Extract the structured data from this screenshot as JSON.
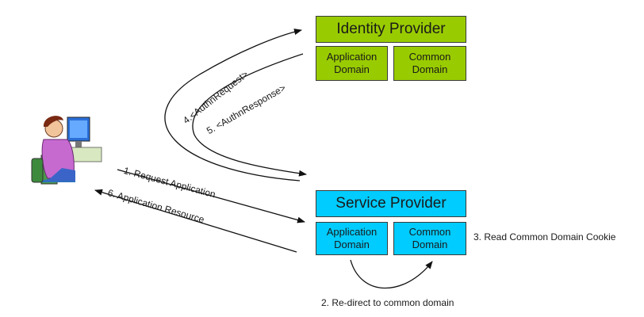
{
  "identity_provider": {
    "title": "Identity Provider",
    "app_domain": "Application\nDomain",
    "common_domain": "Common\nDomain",
    "color": "#99cc00"
  },
  "service_provider": {
    "title": "Service Provider",
    "app_domain": "Application\nDomain",
    "common_domain": "Common\nDomain",
    "color": "#00ccff"
  },
  "steps": {
    "s1": "1. Request Application",
    "s2": "2. Re-direct to common domain",
    "s3": "3. Read Common Domain Cookie",
    "s4": "4.<AuthnRequest>",
    "s5": "5. <AuthnResponse>",
    "s6": "6. Application Resource"
  },
  "user_icon": "user-at-computer-icon"
}
